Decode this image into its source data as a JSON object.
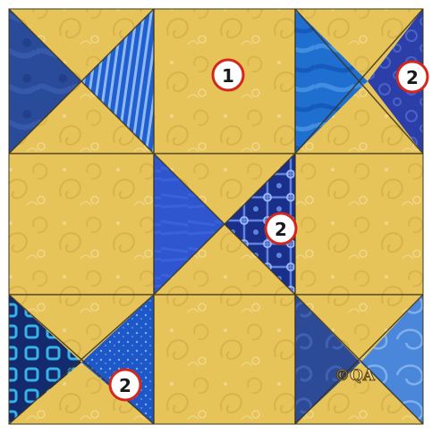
{
  "block": {
    "layout": "3x3 grid",
    "patches": [
      "hourglass-blue",
      "plain-gold",
      "hourglass-blue",
      "plain-gold",
      "hourglass-blue-center",
      "plain-gold",
      "hourglass-blue",
      "plain-gold",
      "hourglass-blue"
    ]
  },
  "callouts": [
    {
      "label": "1"
    },
    {
      "label": "2"
    },
    {
      "label": "2"
    },
    {
      "label": "2"
    }
  ],
  "logo": {
    "text": "©QA"
  },
  "colors": {
    "gold": "#e6c45a",
    "gold_light": "#edd07a",
    "seam": "#3a3320",
    "blue_dark": "#1a2f7a",
    "blue_mid": "#3457c4",
    "blue_bright": "#1f6fd0",
    "blue_light": "#4a86d9",
    "callout_border": "#d4261c"
  }
}
